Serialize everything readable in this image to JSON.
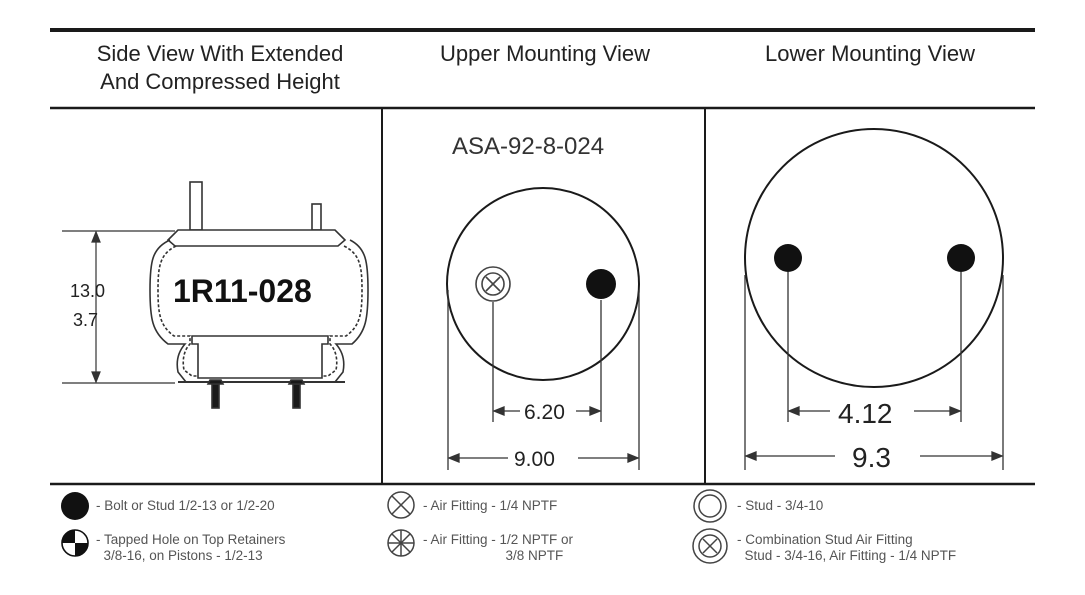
{
  "header": {
    "side_view": "Side View With Extended\nAnd Compressed Height",
    "upper_view": "Upper Mounting View",
    "lower_view": "Lower Mounting View"
  },
  "side_view": {
    "part_number": "1R11-028",
    "extended_height": "13.0",
    "compressed_height": "3.7"
  },
  "upper_view": {
    "model": "ASA-92-8-024",
    "hole_spacing": "6.20",
    "diameter": "9.00"
  },
  "lower_view": {
    "hole_spacing": "4.12",
    "diameter": "9.3"
  },
  "legend": {
    "bolt_stud": "- Bolt or Stud 1/2-13 or 1/2-20",
    "tapped_hole": "- Tapped Hole on Top Retainers\n  3/8-16, on Pistons - 1/2-13",
    "air_fitting_quarter": "- Air Fitting - 1/4 NPTF",
    "air_fitting_half": "- Air Fitting - 1/2 NPTF or\n                      3/8 NPTF",
    "stud": "- Stud - 3/4-10",
    "combo_stud": "- Combination Stud Air Fitting\n  Stud - 3/4-16, Air Fitting - 1/4 NPTF"
  },
  "colors": {
    "line": "#1a1a1a",
    "text": "#222222",
    "legend_text": "#555555"
  }
}
